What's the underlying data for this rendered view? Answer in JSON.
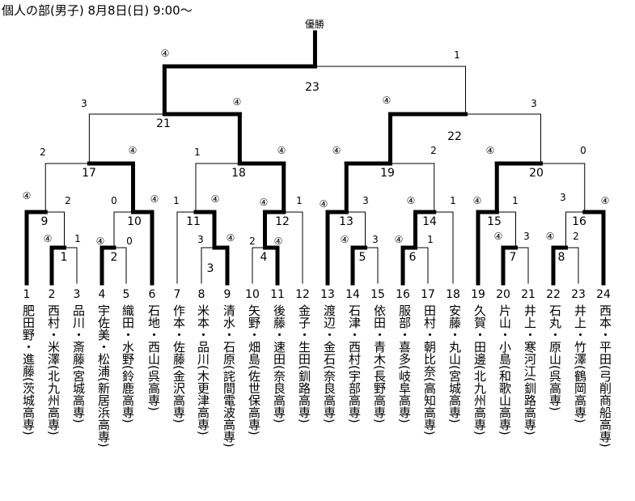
{
  "header": {
    "title": "個人の部(男子) 8月8日(日) 9:00〜"
  },
  "bracket": {
    "final_label": "優勝",
    "match_numbers": [
      "23",
      "21",
      "22",
      "17",
      "18",
      "19",
      "20",
      "9",
      "10",
      "11",
      "12",
      "13",
      "14",
      "15",
      "16",
      "1",
      "2",
      "3",
      "4",
      "5",
      "6",
      "7",
      "8"
    ],
    "scores": {
      "m23": [
        "④",
        "1"
      ],
      "m21": [
        "3",
        "④"
      ],
      "m22": [
        "④",
        "3"
      ],
      "m17": [
        "2",
        "④"
      ],
      "m18": [
        "1",
        "④"
      ],
      "m19": [
        "④",
        "2"
      ],
      "m20": [
        "④",
        "0"
      ],
      "m9": [
        "④",
        "2"
      ],
      "m10": [
        "0",
        "④"
      ],
      "m11": [
        "1",
        "④"
      ],
      "m12": [
        "④",
        "1"
      ],
      "m13": [
        "④",
        "3"
      ],
      "m14": [
        "④",
        "1"
      ],
      "m15": [
        "④",
        "1"
      ],
      "m16": [
        "3",
        "④"
      ],
      "m1": [
        "④",
        "1"
      ],
      "m2": [
        "④",
        "0"
      ],
      "m3": [
        "3",
        "④"
      ],
      "m4": [
        "2",
        "④"
      ],
      "m5": [
        "④",
        "3"
      ],
      "m6": [
        "④",
        "1"
      ],
      "m7": [
        "④",
        "3"
      ],
      "m8": [
        "④",
        "2"
      ]
    }
  },
  "players": [
    {
      "no": "1",
      "name": "肥田野・進藤(茨城高専)"
    },
    {
      "no": "2",
      "name": "西村・米澤(北九州高専)"
    },
    {
      "no": "3",
      "name": "品川・斎藤(宮城高専)"
    },
    {
      "no": "4",
      "name": "宇佐美・松浦(新居浜高専)"
    },
    {
      "no": "5",
      "name": "織田・水野(鈴鹿高専)"
    },
    {
      "no": "6",
      "name": "石地・西山(呉高専)"
    },
    {
      "no": "7",
      "name": "作本・佐藤(金沢高専)"
    },
    {
      "no": "8",
      "name": "米本・品川(木更津高専)"
    },
    {
      "no": "9",
      "name": "清水・石原(詫間電波高専)"
    },
    {
      "no": "10",
      "name": "矢野・畑島(佐世保高専)"
    },
    {
      "no": "11",
      "name": "後藤・速田(奈良高専)"
    },
    {
      "no": "12",
      "name": "金子・生田(釧路高専)"
    },
    {
      "no": "13",
      "name": "渡辺・金石(奈良高専)"
    },
    {
      "no": "14",
      "name": "石津・西村(宇部高専)"
    },
    {
      "no": "15",
      "name": "依田・青木(長野高専)"
    },
    {
      "no": "16",
      "name": "服部・喜多(岐阜高専)"
    },
    {
      "no": "17",
      "name": "田村・朝比奈(高知高専)"
    },
    {
      "no": "18",
      "name": "安藤・丸山(宮城高専)"
    },
    {
      "no": "19",
      "name": "久賀・田邊(北九州高専)"
    },
    {
      "no": "20",
      "name": "片山・小島(和歌山高専)"
    },
    {
      "no": "21",
      "name": "井上・寒河江(釧路高専)"
    },
    {
      "no": "22",
      "name": "石丸・原山(呉高専)"
    },
    {
      "no": "23",
      "name": "井上・竹澤(鶴岡高専)"
    },
    {
      "no": "24",
      "name": "西本・平田(弓削商船高専)"
    }
  ]
}
